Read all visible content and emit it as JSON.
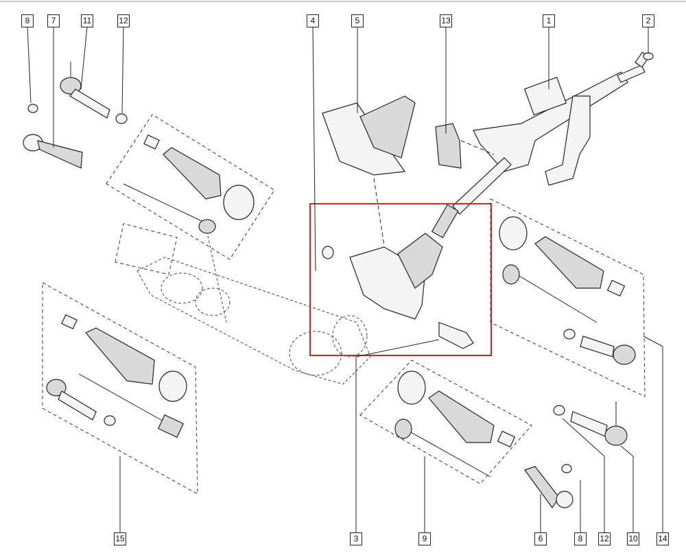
{
  "title": "Steering rack and column exploded view",
  "highlight_color": "#e0201b",
  "callouts": {
    "top": [
      {
        "id": "c8a",
        "label": "8"
      },
      {
        "id": "c7",
        "label": "7"
      },
      {
        "id": "c11",
        "label": "11"
      },
      {
        "id": "c12a",
        "label": "12"
      },
      {
        "id": "c4",
        "label": "4"
      },
      {
        "id": "c5",
        "label": "5"
      },
      {
        "id": "c13",
        "label": "13"
      },
      {
        "id": "c1",
        "label": "1"
      },
      {
        "id": "c2",
        "label": "2"
      }
    ],
    "bottom": [
      {
        "id": "c15",
        "label": "15"
      },
      {
        "id": "c3",
        "label": "3"
      },
      {
        "id": "c9",
        "label": "9"
      },
      {
        "id": "c6",
        "label": "6"
      },
      {
        "id": "c8b",
        "label": "8"
      },
      {
        "id": "c12b",
        "label": "12"
      },
      {
        "id": "c10",
        "label": "10"
      },
      {
        "id": "c14",
        "label": "14"
      }
    ]
  }
}
